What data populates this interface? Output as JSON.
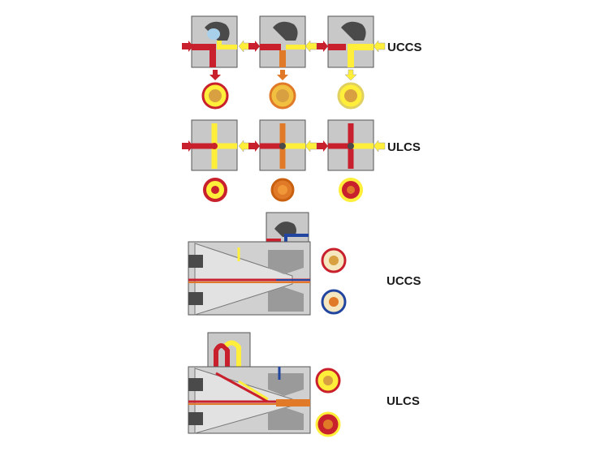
{
  "labels": {
    "row1": "UCCS",
    "row2": "ULCS",
    "row3": "UCCS",
    "row4": "ULCS"
  },
  "colors": {
    "red": "#c8202c",
    "yellow": "#ffef3a",
    "orange": "#e07a28",
    "blue": "#2246a0",
    "light_blue": "#a8d0ea",
    "gray_block": "#c8c8c8",
    "dark_gray": "#4a4a4a"
  }
}
